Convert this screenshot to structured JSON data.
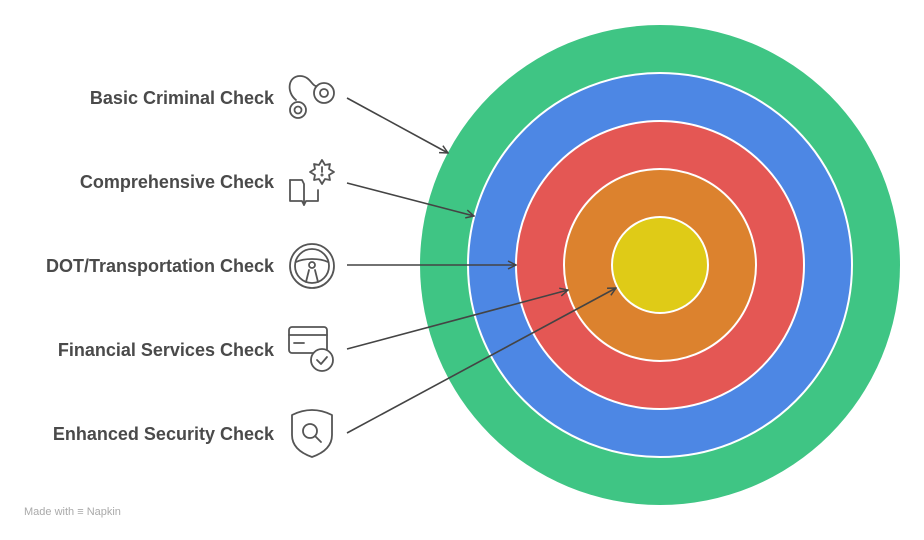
{
  "items": [
    {
      "label": "Basic Criminal Check",
      "icon": "handcuffs-icon"
    },
    {
      "label": "Comprehensive Check",
      "icon": "book-alert-icon"
    },
    {
      "label": "DOT/Transportation Check",
      "icon": "steering-wheel-icon"
    },
    {
      "label": "Financial Services Check",
      "icon": "card-check-icon"
    },
    {
      "label": "Enhanced Security Check",
      "icon": "shield-search-icon"
    }
  ],
  "rings": [
    {
      "name": "basic",
      "color": "#3fc584"
    },
    {
      "name": "comprehensive",
      "color": "#4d87e4"
    },
    {
      "name": "dot",
      "color": "#e45754"
    },
    {
      "name": "financial",
      "color": "#dc822e"
    },
    {
      "name": "enhanced",
      "color": "#dfcb17"
    }
  ],
  "footer": {
    "text": "Made with",
    "brand": "Napkin"
  }
}
